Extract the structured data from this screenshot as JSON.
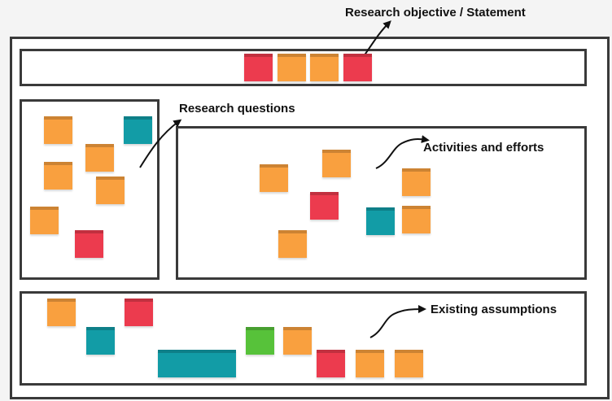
{
  "labels": {
    "objective": "Research objective / Statement",
    "questions": "Research questions",
    "activities": "Activities and efforts",
    "assumptions": "Existing assumptions"
  },
  "colors": {
    "orange": "#f9a03f",
    "red": "#ec3b4e",
    "teal": "#129ca6",
    "green": "#57c23a",
    "border": "#3a3a3a"
  },
  "icons": [
    "arrow-icon"
  ]
}
